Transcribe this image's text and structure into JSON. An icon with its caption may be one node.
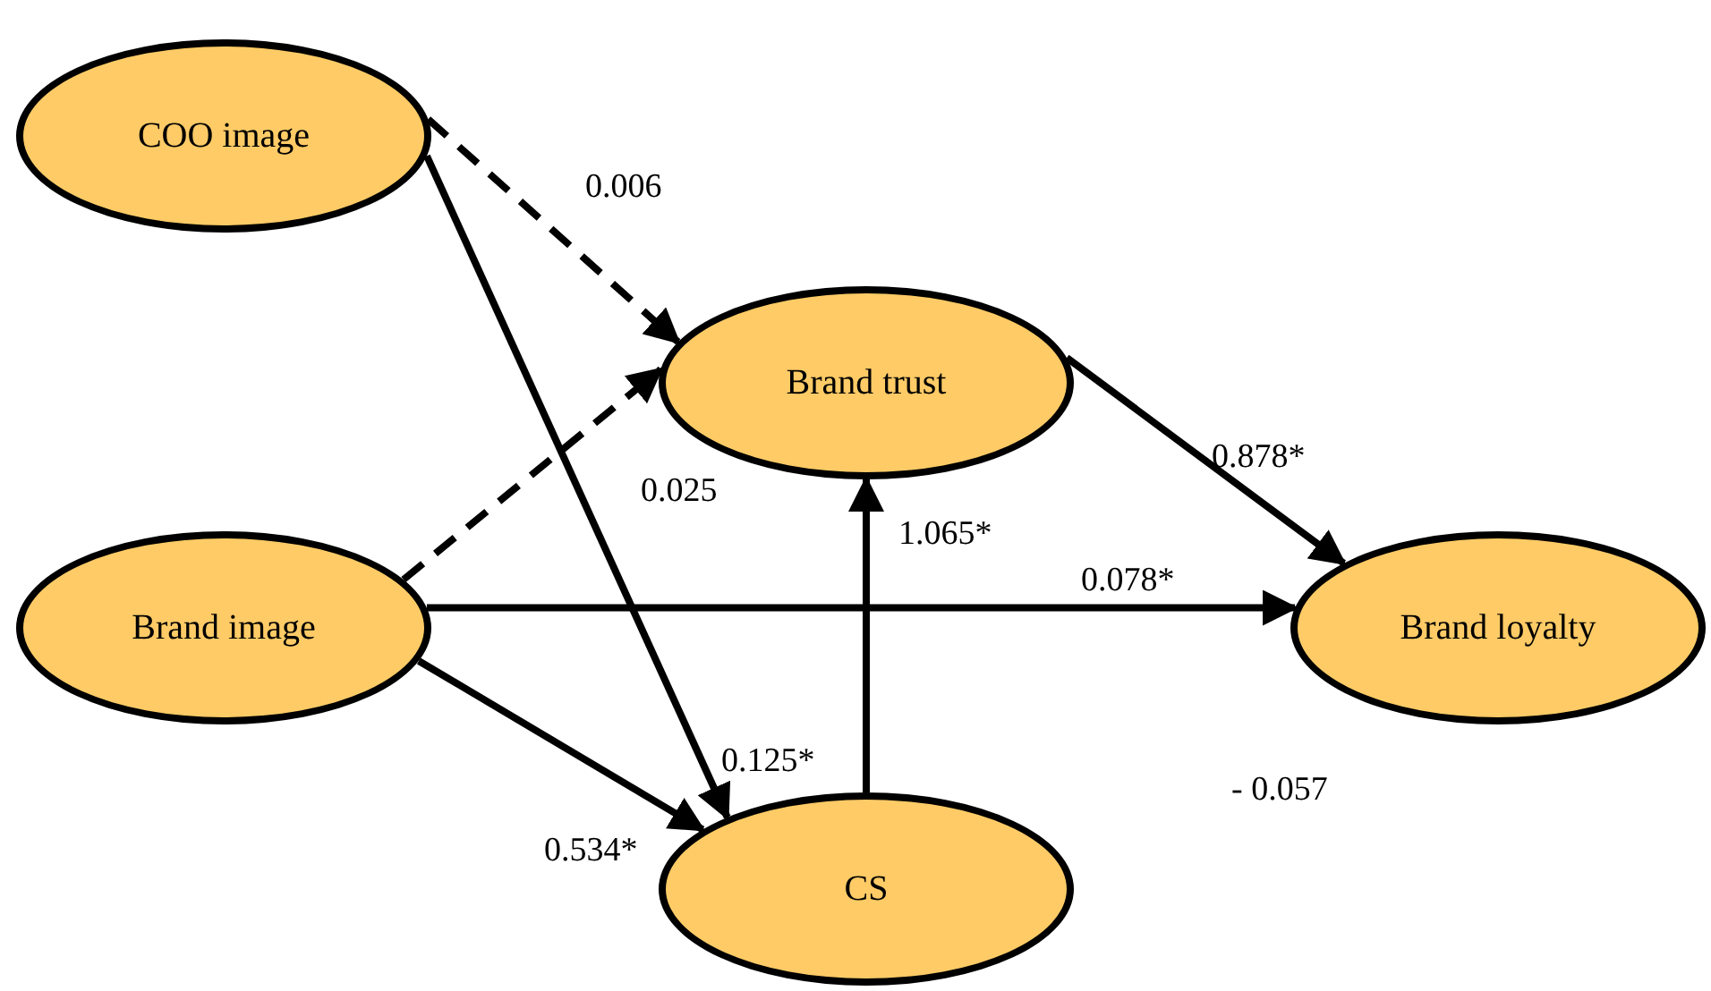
{
  "diagram": {
    "nodes": [
      {
        "text": [
          "COO image"
        ]
      },
      {
        "text": [
          "Brand trust"
        ]
      },
      {
        "text": [
          "Brand image"
        ]
      },
      {
        "text": [
          "Brand loyalty"
        ]
      },
      {
        "text": [
          "CS"
        ]
      }
    ],
    "edges": [
      {
        "from": 0,
        "to": 1,
        "arrow": "to",
        "style": "dashed",
        "label": "0.006"
      },
      {
        "from": 0,
        "to": 4,
        "arrow": "to",
        "label": "0.125*"
      },
      {
        "from": 2,
        "to": 1,
        "arrow": "to",
        "style": "dashed",
        "label": "0.025"
      },
      {
        "from": 2,
        "to": 3,
        "arrow": "to",
        "label": "0.078*"
      },
      {
        "from": 2,
        "to": 4,
        "arrow": "to",
        "label": "0.534*"
      },
      {
        "from": 4,
        "to": 1,
        "arrow": "to",
        "label": "1.065*"
      },
      {
        "from": 1,
        "to": 3,
        "arrow": "to",
        "label": "0.878*"
      }
    ],
    "labels": [
      "- 0.057"
    ]
  }
}
